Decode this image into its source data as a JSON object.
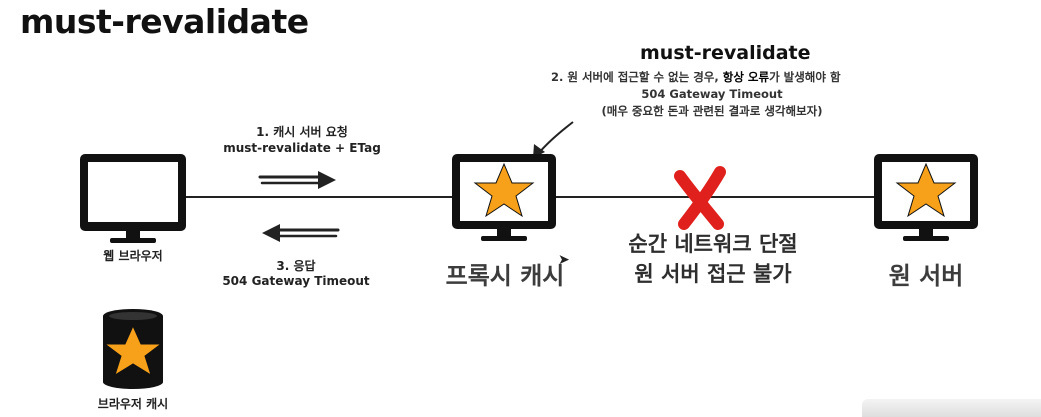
{
  "title": "must-revalidate",
  "note": {
    "heading": "must-revalidate",
    "line1_pre": "2. 원 서버에 접근할 수 없는 경우, ",
    "line1_bold": "항상 오류",
    "line1_post": "가 발생해야 함",
    "line2": "504 Gateway Timeout",
    "line3": "(매우 중요한 돈과 관련된 결과로 생각해보자)"
  },
  "request": {
    "line1": "1. 캐시 서버 요청",
    "line2": "must-revalidate + ETag"
  },
  "response": {
    "line1": "3. 응답",
    "line2": "504 Gateway Timeout"
  },
  "nodes": {
    "browser": "웹 브라우저",
    "proxy": "프록시 캐시",
    "origin": "원 서버",
    "browser_cache": "브라우저 캐시"
  },
  "failure": {
    "line1": "순간 네트워크 단절",
    "line2": "원 서버 접근 불가"
  },
  "colors": {
    "star": "#F7A11A",
    "monitor": "#111111",
    "cross": "#E0201C",
    "line": "#222222"
  }
}
